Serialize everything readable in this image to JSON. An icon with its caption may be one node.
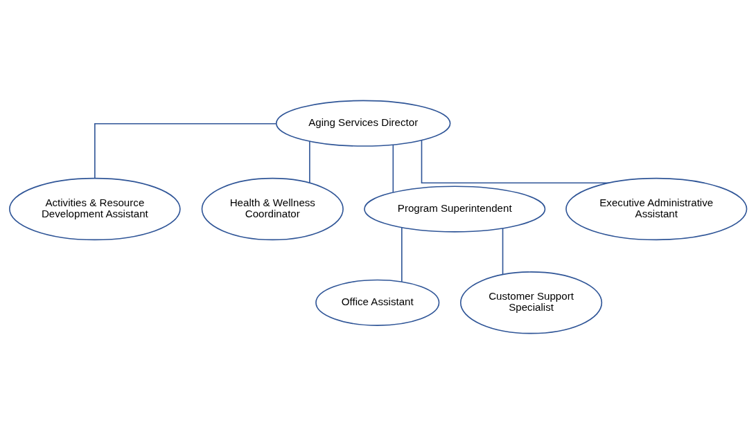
{
  "diagram": {
    "nodes": [
      {
        "text": [
          "Aging Services Director"
        ]
      },
      {
        "text": [
          "Activities & Resource Development Assistant"
        ]
      },
      {
        "text": [
          "Health & Wellness Coordinator"
        ]
      },
      {
        "text": [
          "Program Superintendent"
        ]
      },
      {
        "text": [
          "Executive Administrative Assistant"
        ]
      },
      {
        "text": [
          "Office Assistant"
        ]
      },
      {
        "text": [
          "Customer Support Specialist"
        ]
      }
    ],
    "edges": [
      {
        "from": 0,
        "to": 1,
        "arrow": "none"
      },
      {
        "from": 0,
        "to": 2,
        "arrow": "none"
      },
      {
        "from": 0,
        "to": 3,
        "arrow": "none"
      },
      {
        "from": 0,
        "to": 4,
        "arrow": "none"
      },
      {
        "from": 3,
        "to": 5,
        "arrow": "none"
      },
      {
        "from": 3,
        "to": 6,
        "arrow": "none"
      }
    ]
  }
}
